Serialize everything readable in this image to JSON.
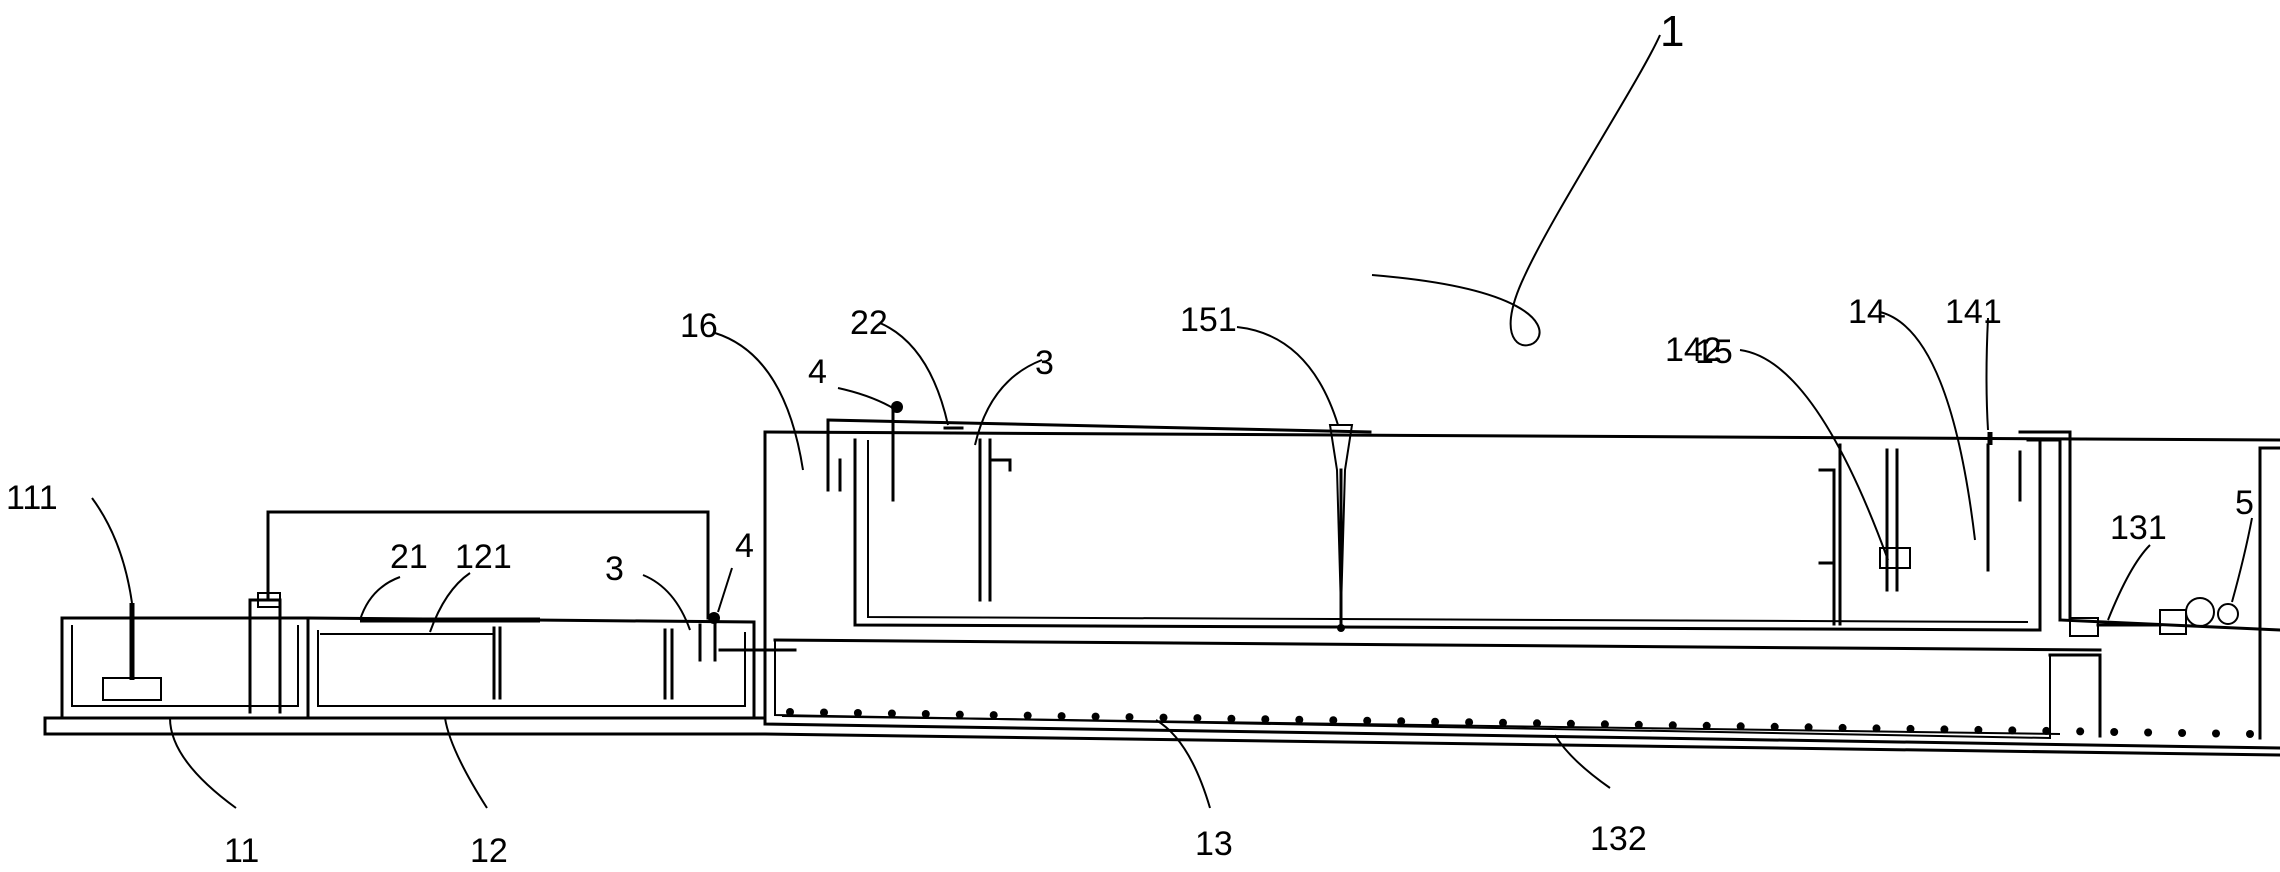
{
  "labels": {
    "l1": "1",
    "l111": "111",
    "l21": "21",
    "l121": "121",
    "l3a": "3",
    "l4a": "4",
    "l16": "16",
    "l4b": "4",
    "l22": "22",
    "l3b": "3",
    "l151": "151",
    "l15": "15",
    "l142": "142",
    "l14": "14",
    "l141": "141",
    "l131": "131",
    "l5": "5",
    "l11": "11",
    "l12": "12",
    "l13": "13",
    "l132": "132"
  }
}
